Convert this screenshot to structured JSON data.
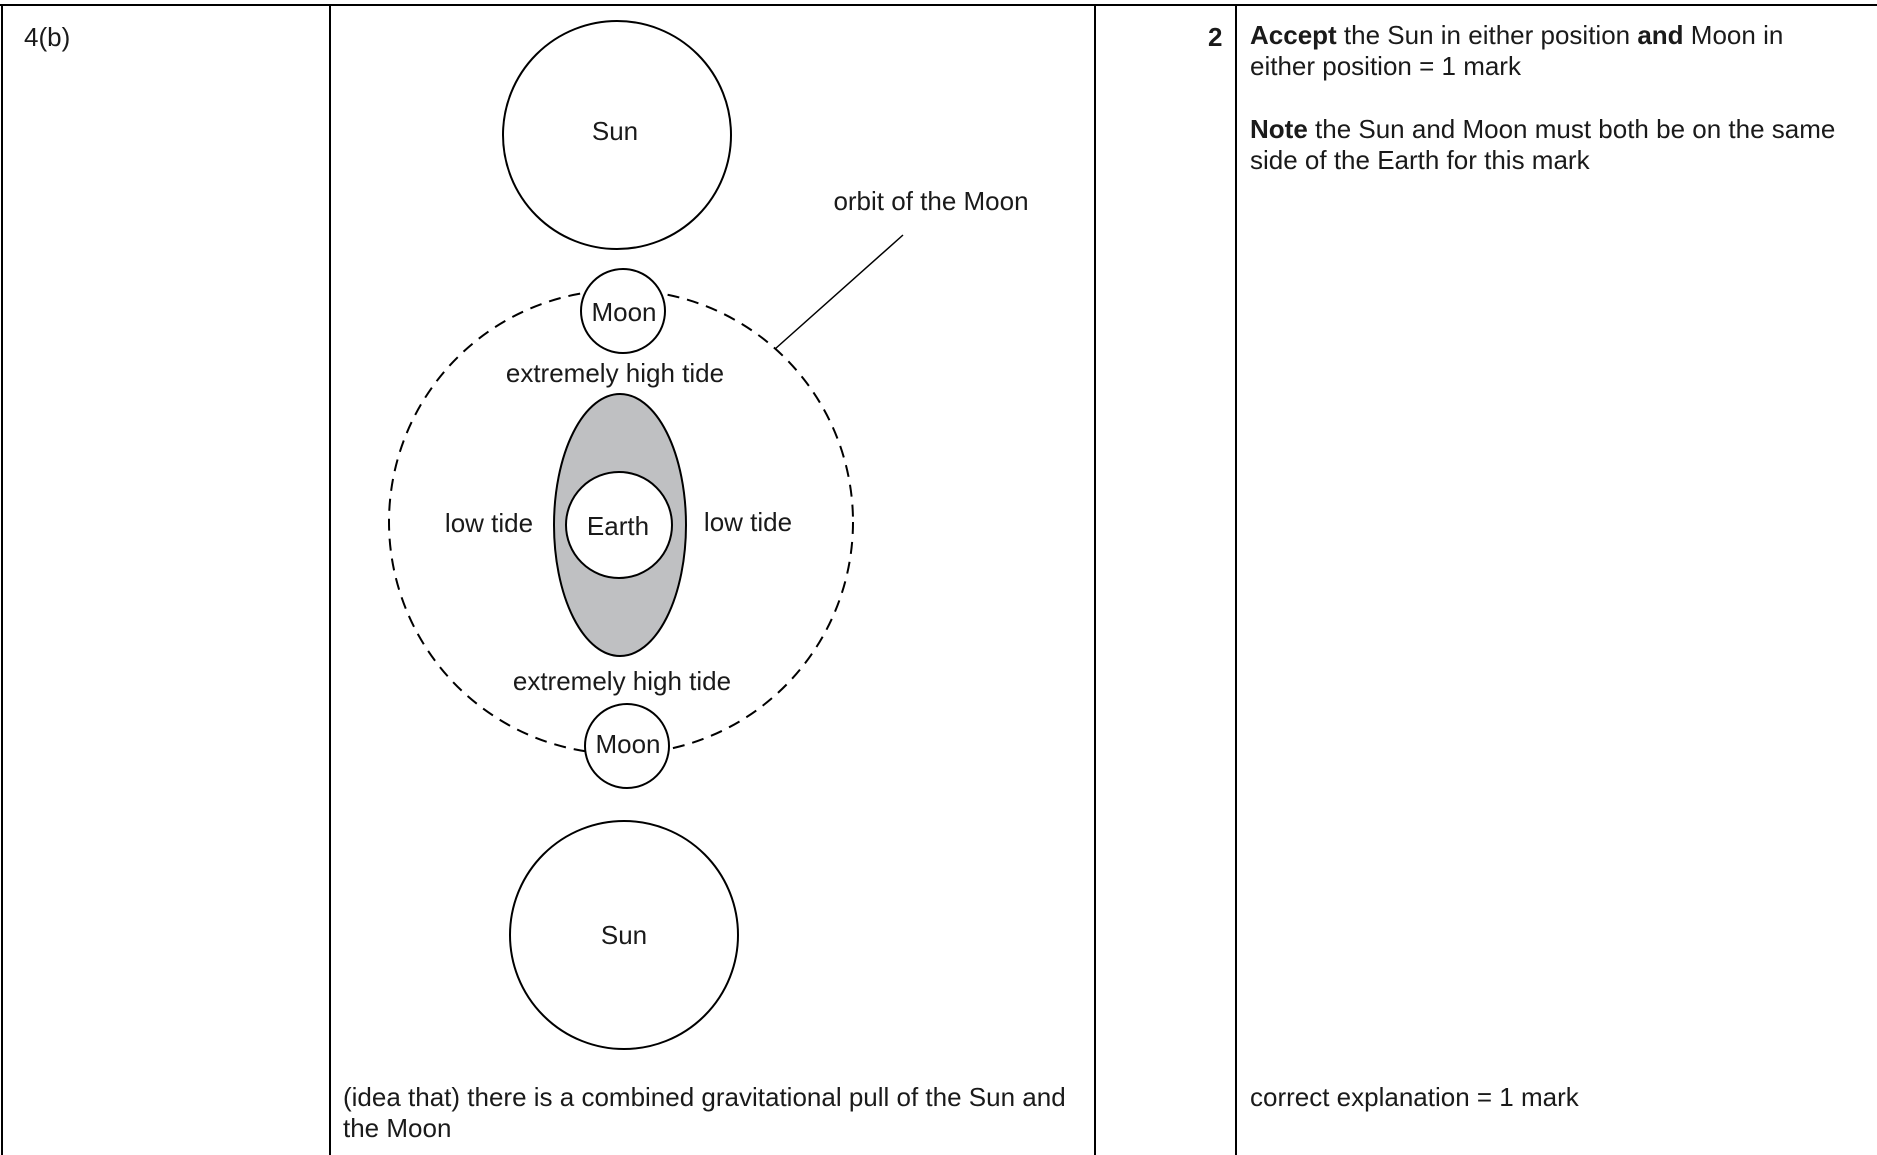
{
  "question": {
    "number": "4(b)",
    "marks": "2"
  },
  "diagram": {
    "labels": {
      "sun_top": "Sun",
      "sun_bottom": "Sun",
      "moon_top": "Moon",
      "moon_bottom": "Moon",
      "earth": "Earth",
      "orbit": "orbit of the Moon",
      "high_tide_top": "extremely high tide",
      "high_tide_bottom": "extremely high tide",
      "low_tide_left": "low tide",
      "low_tide_right": "low tide"
    },
    "colors": {
      "tide_fill": "#bfc0c2",
      "stroke": "#000000"
    }
  },
  "guidance": {
    "line1_bold": "Accept",
    "line1_a": " the Sun in either position ",
    "line1_and": "and",
    "line1_b": " Moon in either position = 1 mark",
    "line2_bold": "Note",
    "line2_rest": " the Sun and Moon must both be on the same side of the Earth for this mark"
  },
  "explanation": {
    "answer": "(idea that) there is a combined gravitational pull of the Sun and the Moon",
    "mark": "correct explanation = 1 mark"
  }
}
